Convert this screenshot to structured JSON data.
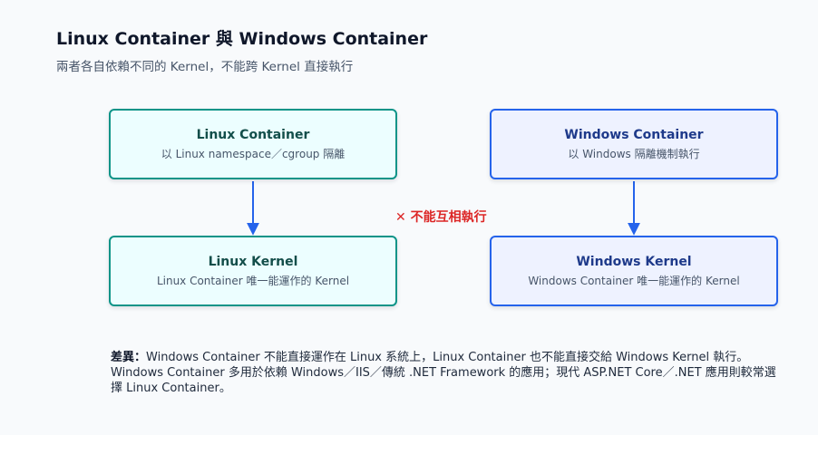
{
  "header": {
    "title": "Linux Container 與 Windows Container",
    "subtitle": "兩者各自依賴不同的 Kernel，不能跨 Kernel 直接執行"
  },
  "diagram": {
    "linux_container": {
      "name": "Linux Container",
      "desc": "以 Linux namespace／cgroup 隔離"
    },
    "linux_kernel": {
      "name": "Linux Kernel",
      "desc": "Linux Container 唯一能運作的 Kernel"
    },
    "windows_container": {
      "name": "Windows Container",
      "desc": "以 Windows 隔離機制執行"
    },
    "windows_kernel": {
      "name": "Windows Kernel",
      "desc": "Windows Container 唯一能運作的 Kernel"
    },
    "cross_label": "✕ 不能互相執行"
  },
  "note": {
    "label": "差異：",
    "text": "Windows Container 不能直接運作在 Linux 系統上，Linux Container 也不能直接交給 Windows Kernel 執行。Windows Container 多用於依賴 Windows／IIS／傳統 .NET Framework 的應用；現代 ASP.NET Core／.NET 應用則較常選擇 Linux Container。"
  },
  "colors": {
    "linux_border": "#0d9488",
    "linux_fill": "#ecfeff",
    "windows_border": "#2563eb",
    "windows_fill": "#eef2ff",
    "arrow": "#2563eb",
    "warning": "#dc2626"
  }
}
